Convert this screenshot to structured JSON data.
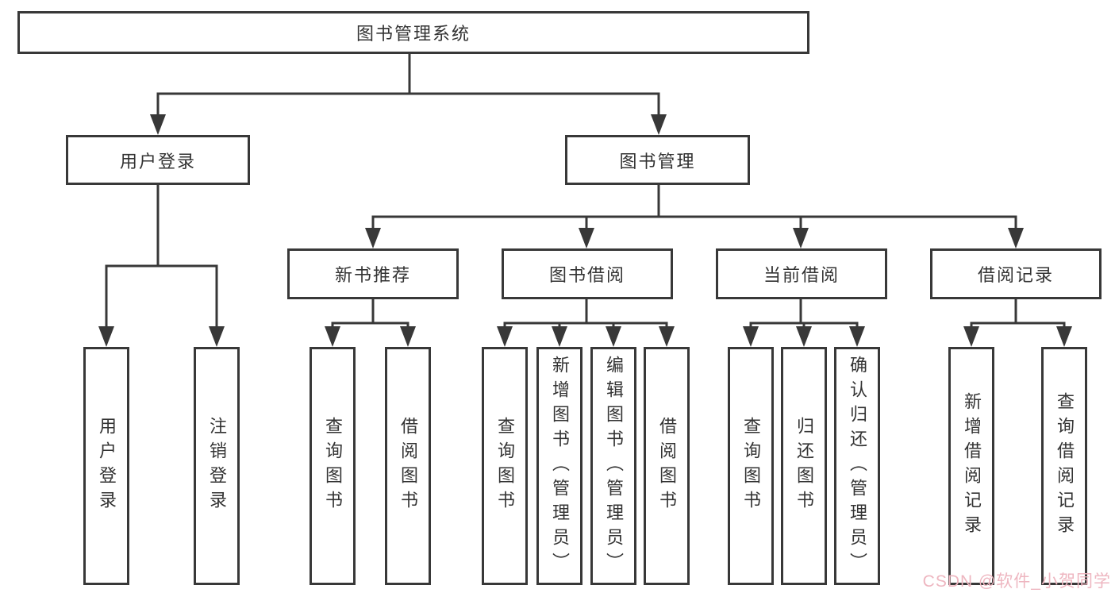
{
  "tree": {
    "root": {
      "label": "图书管理系统"
    },
    "children": [
      {
        "label": "用户登录",
        "children": [
          {
            "label": "用户登录"
          },
          {
            "label": "注销登录"
          }
        ]
      },
      {
        "label": "图书管理",
        "children": [
          {
            "label": "新书推荐",
            "children": [
              {
                "label": "查询图书"
              },
              {
                "label": "借阅图书"
              }
            ]
          },
          {
            "label": "图书借阅",
            "children": [
              {
                "label": "查询图书"
              },
              {
                "label": "新增图书（管理员）"
              },
              {
                "label": "编辑图书（管理员）"
              },
              {
                "label": "借阅图书"
              }
            ]
          },
          {
            "label": "当前借阅",
            "children": [
              {
                "label": "查询图书"
              },
              {
                "label": "归还图书"
              },
              {
                "label": "确认归还（管理员）"
              }
            ]
          },
          {
            "label": "借阅记录",
            "children": [
              {
                "label": "新增借阅记录"
              },
              {
                "label": "查询借阅记录"
              }
            ]
          }
        ]
      }
    ]
  },
  "watermark": {
    "text": "CSDN @软件_小贺同学"
  },
  "colors": {
    "line": "#383838",
    "text": "#333333",
    "watermark": "#eeb6c0",
    "background": "#ffffff"
  }
}
